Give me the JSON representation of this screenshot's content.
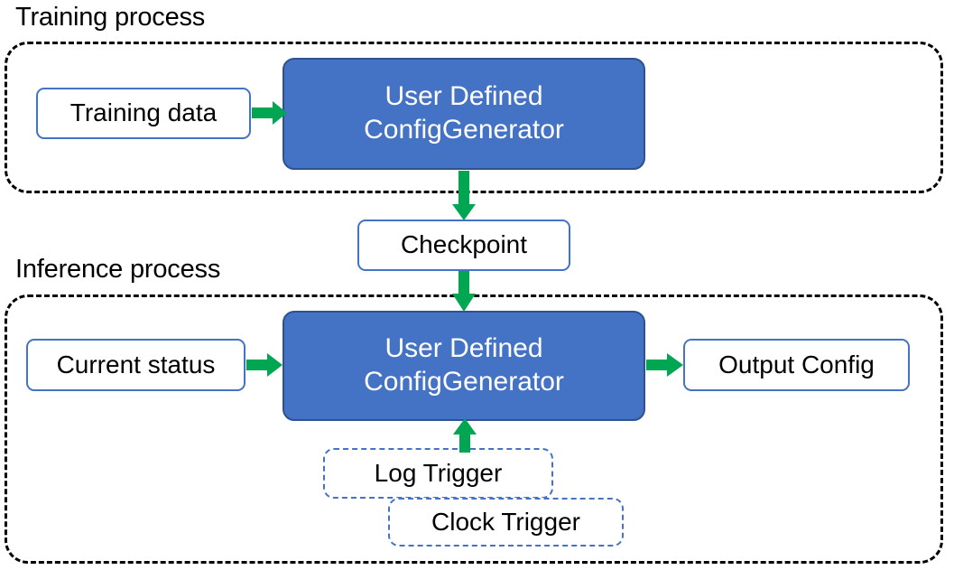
{
  "diagram": {
    "title_training": "Training process",
    "title_inference": "Inference process",
    "colors": {
      "node_fill_blue": "#4472C4",
      "node_border_blue": "#4472C4",
      "node_border_blue_dark": "#2F528F",
      "arrow_green": "#00A651",
      "container_border": "#000000",
      "text_dark": "#000000",
      "text_light": "#FFFFFF",
      "background": "#FFFFFF"
    },
    "nodes": {
      "training_data": "Training data",
      "train_generator": "User Defined\nConfigGenerator",
      "train_generator_line1": "User Defined",
      "train_generator_line2": "ConfigGenerator",
      "checkpoint": "Checkpoint",
      "current_status": "Current status",
      "infer_generator_line1": "User Defined",
      "infer_generator_line2": "ConfigGenerator",
      "output_config": "Output Config",
      "log_trigger": "Log Trigger",
      "clock_trigger": "Clock Trigger"
    },
    "edges": [
      {
        "name": "training-data-to-generator",
        "from": "Training data",
        "to": "User Defined ConfigGenerator",
        "direction": "right"
      },
      {
        "name": "generator-to-checkpoint",
        "from": "User Defined ConfigGenerator",
        "to": "Checkpoint",
        "direction": "down"
      },
      {
        "name": "checkpoint-to-infer-generator",
        "from": "Checkpoint",
        "to": "User Defined ConfigGenerator",
        "direction": "down"
      },
      {
        "name": "current-status-to-infer-generator",
        "from": "Current status",
        "to": "User Defined ConfigGenerator",
        "direction": "right"
      },
      {
        "name": "infer-generator-to-output-config",
        "from": "User Defined ConfigGenerator",
        "to": "Output Config",
        "direction": "right"
      },
      {
        "name": "triggers-to-infer-generator",
        "from": "Log Trigger / Clock Trigger",
        "to": "User Defined ConfigGenerator",
        "direction": "up"
      }
    ]
  }
}
